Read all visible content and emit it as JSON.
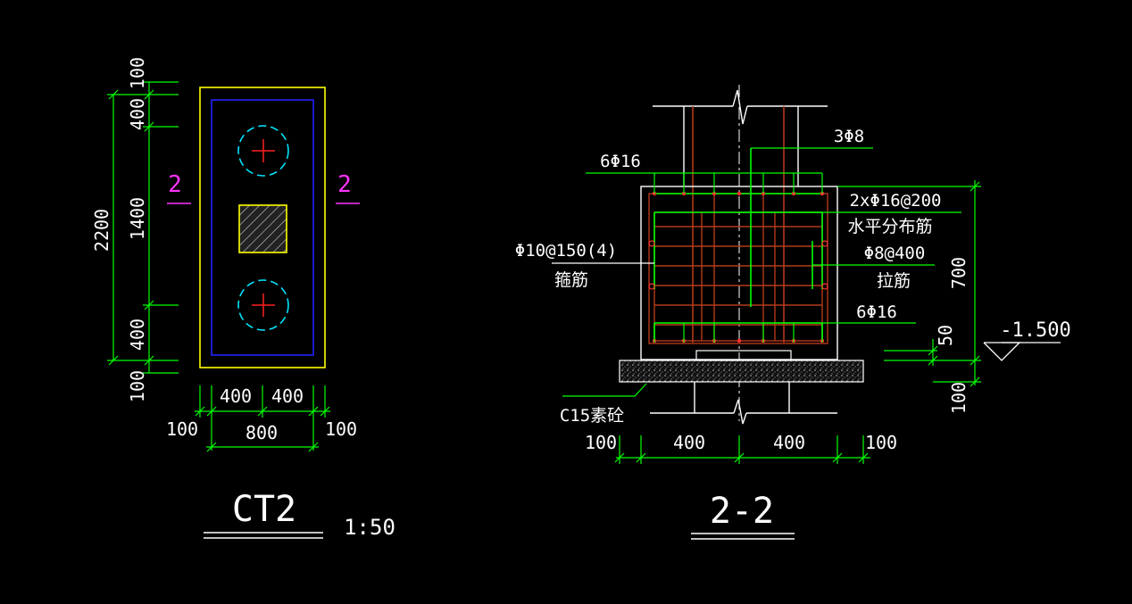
{
  "plan": {
    "left_dims": [
      "100",
      "400",
      "1400",
      "400",
      "100"
    ],
    "overall_dim": "2200",
    "bottom_dims_upper": [
      "400",
      "400"
    ],
    "bottom_dims_lower": [
      "100",
      "800",
      "100"
    ],
    "section_marks": [
      "2",
      "2"
    ],
    "title": "CT2",
    "scale": "1:50"
  },
  "section": {
    "labels": {
      "top_stirrup": "3Φ8",
      "top_bars": "6Φ16",
      "horizontal_bars": "2xΦ16@200",
      "horizontal_bars_note": "水平分布筋",
      "stirrups": "Φ10@150(4)",
      "stirrups_note": "箍筋",
      "tie_bars": "Φ8@400",
      "tie_bars_note": "拉筋",
      "bottom_bars": "6Φ16",
      "blinding": "C15素砼"
    },
    "right_dims": [
      "700",
      "50",
      "100"
    ],
    "elevation": "-1.500",
    "bottom_dims": [
      "100",
      "400",
      "400",
      "100"
    ],
    "title": "2-2"
  },
  "colors": {
    "dimension": "#00ff00",
    "outline": "#ffffff",
    "cap_edge": "#ffff00",
    "inner_edge": "#2222ff",
    "pile_circle": "#00e5ff",
    "pile_center": "#ff2020",
    "section_mark": "#ff33ff",
    "rebar": "#b33a1a",
    "stirrup": "#00ff00"
  }
}
